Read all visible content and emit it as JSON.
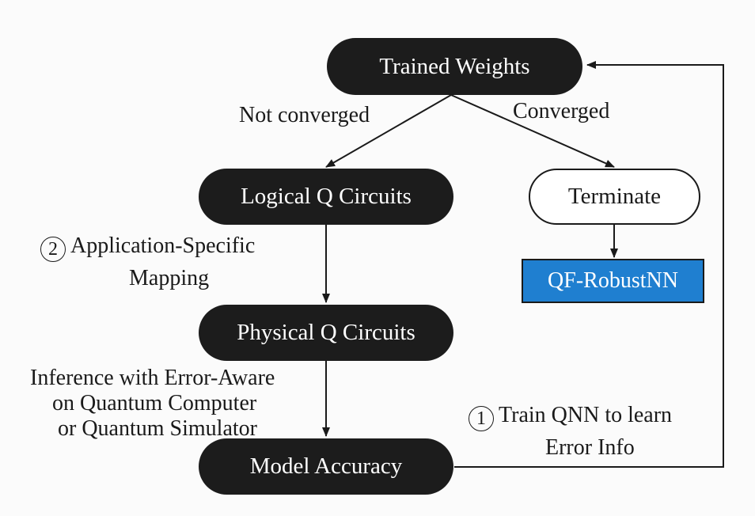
{
  "nodes": {
    "trained_weights": "Trained Weights",
    "logical_circuits": "Logical Q Circuits",
    "terminate": "Terminate",
    "result": "QF-RobustNN",
    "physical_circuits": "Physical Q Circuits",
    "model_accuracy": "Model Accuracy"
  },
  "labels": {
    "not_converged": "Not converged",
    "converged": "Converged",
    "mapping_step": "2",
    "mapping_line1": "Application-Specific",
    "mapping_line2": "Mapping",
    "inference_line1": "Inference with Error-Aware",
    "inference_line2": "on Quantum Computer",
    "inference_line3": "or Quantum Simulator",
    "train_step": "1",
    "train_line1": "Train QNN to learn",
    "train_line2": "Error Info"
  },
  "colors": {
    "dark_node": "#1c1c1c",
    "result_fill": "#1f7fd0",
    "line": "#1a1a1a"
  }
}
